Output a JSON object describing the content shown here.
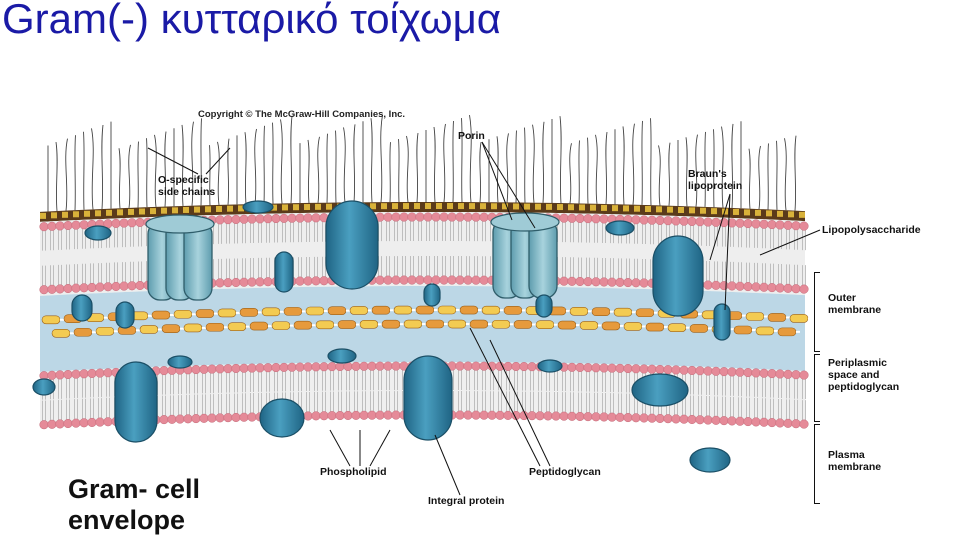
{
  "slide": {
    "title": "Gram(-) κυτταρικό τοίχωμα"
  },
  "figure": {
    "copyright": "Copyright © The McGraw-Hill Companies, Inc.",
    "caption_line1": "Gram- cell",
    "caption_line2": "envelope",
    "labels": {
      "o_specific_1": "O-specific",
      "o_specific_2": "side chains",
      "porin": "Porin",
      "brauns_1": "Braun's",
      "brauns_2": "lipoprotein",
      "lps": "Lipopolysaccharide",
      "outer_1": "Outer",
      "outer_2": "membrane",
      "peri_1": "Periplasmic",
      "peri_2": "space and",
      "peri_3": "peptidoglycan",
      "plasma_1": "Plasma",
      "plasma_2": "membrane",
      "phospholipid": "Phospholipid",
      "peptidoglycan": "Peptidoglycan",
      "integral": "Integral protein"
    },
    "colors": {
      "title": "#1a1aa6",
      "head_pink": "#e58a98",
      "tail": "#b9b9b9",
      "periplasm": "#bcd7e6",
      "protein_dark": "#2f7fa0",
      "porin": "#7fb6c4",
      "pg_orange": "#e69a3c",
      "pg_yellow": "#f3cb52",
      "lps_core": "#5a3a1a"
    }
  }
}
